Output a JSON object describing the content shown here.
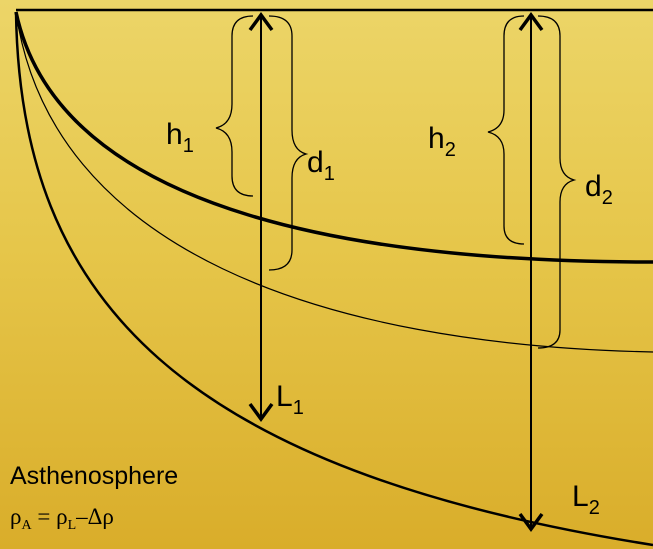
{
  "labels": {
    "h1": "h",
    "h1_sub": "1",
    "d1": "d",
    "d1_sub": "1",
    "h2": "h",
    "h2_sub": "2",
    "d2": "d",
    "d2_sub": "2",
    "L1": "L",
    "L1_sub": "1",
    "L2": "L",
    "L2_sub": "2"
  },
  "asthenosphere": {
    "name": "Asthenosphere",
    "rho_a": "ρ",
    "rho_a_sub": "A",
    "eq": " = ",
    "rho_l": "ρ",
    "rho_l_sub": "L",
    "minus_drho": "–Δρ"
  }
}
